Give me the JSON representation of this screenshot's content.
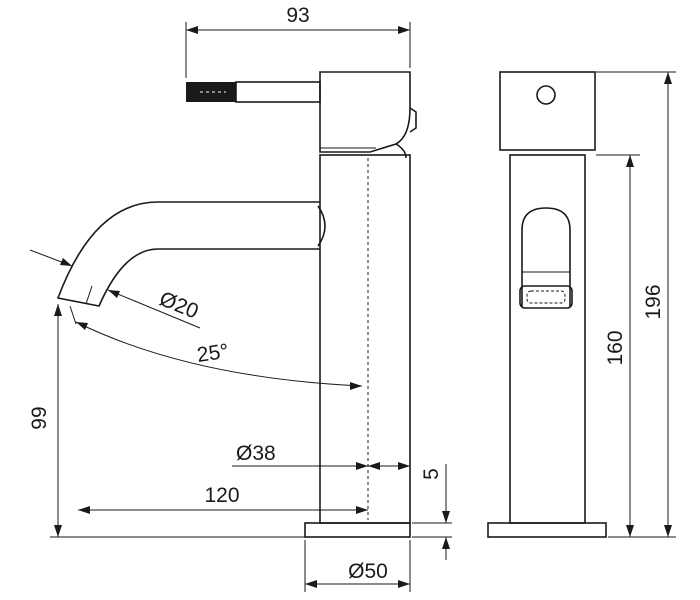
{
  "dimensions": {
    "overall_width": "93",
    "spout_diameter": "Ø20",
    "spout_angle": "25°",
    "spout_height": "99",
    "body_diameter": "Ø38",
    "spout_reach": "120",
    "base_thickness": "5",
    "base_diameter": "Ø50",
    "body_height": "160",
    "overall_height": "196"
  },
  "colors": {
    "line": "#1a1a1a",
    "background": "#ffffff"
  }
}
